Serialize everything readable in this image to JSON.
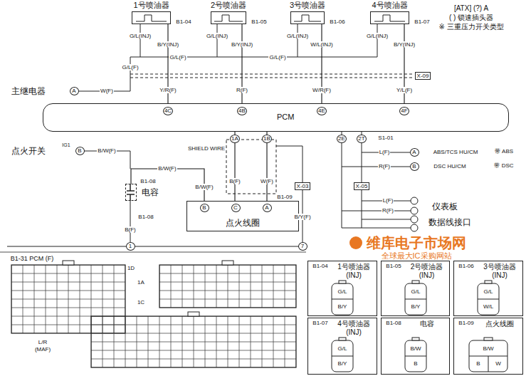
{
  "diagram": {
    "nodes": [
      {
        "text": [
          "1号喷油器"
        ]
      },
      {
        "text": [
          "2号喷油器"
        ]
      },
      {
        "text": [
          "3号喷油器"
        ]
      },
      {
        "text": [
          "4号喷油器"
        ]
      },
      {
        "text": [
          "PCM"
        ]
      },
      {
        "text": [
          "点火线圈"
        ]
      },
      {
        "text": [
          "电容"
        ]
      },
      {
        "text": [
          "1号喷油器 (INJ)"
        ]
      },
      {
        "text": [
          "2号喷油器 (INJ)"
        ]
      },
      {
        "text": [
          "3号喷油器 (INJ)"
        ]
      },
      {
        "text": [
          "4号喷油器 (INJ)"
        ]
      },
      {
        "text": [
          "电容"
        ]
      },
      {
        "text": [
          "点火线圈"
        ]
      }
    ],
    "edges": [
      {
        "from": 0,
        "to": 4,
        "arrow": "none",
        "label": "Y/R(F)"
      },
      {
        "from": 1,
        "to": 4,
        "arrow": "none",
        "label": "R(F)"
      },
      {
        "from": 2,
        "to": 4,
        "arrow": "none",
        "label": "W/R(F)"
      },
      {
        "from": 3,
        "to": 4,
        "arrow": "none",
        "label": "Y/L(F)"
      },
      {
        "from": 5,
        "to": 4,
        "arrow": "none",
        "label": "B(F)"
      },
      {
        "from": 5,
        "to": 4,
        "arrow": "none",
        "label": "W(F)"
      },
      {
        "from": 6,
        "to": 5,
        "arrow": "none",
        "label": "B/W(F)"
      }
    ],
    "labels": [
      "[ATX] (?) A",
      "( ) 锁速插头器",
      "※ 三重压力开关类型",
      "B1-04",
      "B1-05",
      "B1-06",
      "B1-07",
      "G/L(INJ)",
      "B/Y(INJ)",
      "G/L(INJ)",
      "B/Y(INJ)",
      "G/L(INJ)",
      "W/L(INJ)",
      "G/L(INJ)",
      "B/Y(INJ)",
      "G/L(F)",
      "G/L(F)",
      "G/L(F)",
      "X-09",
      "主继电器",
      "A",
      "W(F)",
      "4C",
      "4B",
      "4E",
      "4F",
      "1A",
      "1B",
      "2E",
      "2T",
      "S1-01",
      "点火开关",
      "IG1",
      "B",
      "SHIELD WIRE",
      "L(F)",
      "R(F)",
      "A",
      "B",
      "ABS/TCS HU/CM",
      "带 ABS",
      "DSC HU/CM",
      "带 DSC",
      "X-03",
      "X-05",
      "B1-08",
      "B1-09",
      "B/W(F)",
      "B1-08",
      "B(F)",
      "B",
      "C",
      "A",
      "B/Y(F)",
      "仪表板",
      "L(F)",
      "R(F)",
      "数据线接口",
      "1",
      "7",
      "B1-31 PCM (F)",
      "1D",
      "1A",
      "1C",
      "L/R",
      "(MAF)",
      "维库电子市场网",
      "全球最大IC采购网站",
      "B1-04",
      "B1-05",
      "B1-06",
      "B1-07",
      "B1-08",
      "B1-09",
      "G/L",
      "B/Y",
      "G/L",
      "B/Y",
      "G/L",
      "W/L",
      "G/L",
      "B/Y",
      "B/W",
      "B",
      "B/W",
      "B",
      "W",
      "B/W(F)"
    ]
  }
}
